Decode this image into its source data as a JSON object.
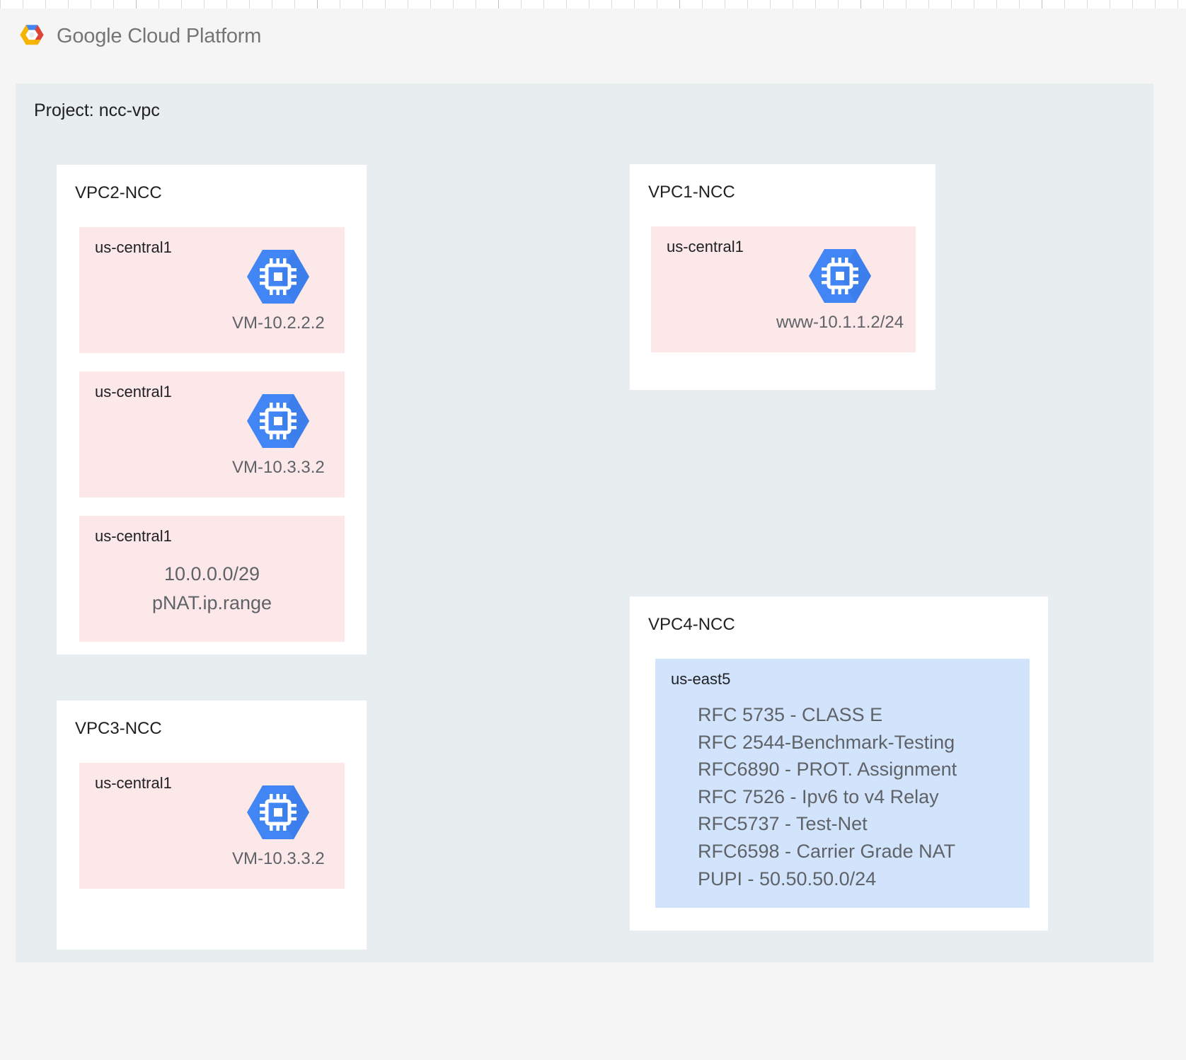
{
  "header": {
    "logo_word1": "Google",
    "logo_word2": "Cloud Platform",
    "logo_icon": "google-cloud-logo"
  },
  "project": {
    "label": "Project: ncc-vpc"
  },
  "vpcs": [
    {
      "id": "vpc2",
      "title": "VPC2-NCC",
      "cards": [
        {
          "zone": "us-central1",
          "kind": "vm",
          "vm_label": "VM-10.2.2.2",
          "icon": "compute-engine-icon",
          "color": "#fce8e9"
        },
        {
          "zone": "us-central1",
          "kind": "vm",
          "vm_label": "VM-10.3.3.2",
          "icon": "compute-engine-icon",
          "color": "#fce8e9"
        },
        {
          "zone": "us-central1",
          "kind": "range",
          "lines": [
            "10.0.0.0/29",
            "pNAT.ip.range"
          ],
          "color": "#fce8e9"
        }
      ]
    },
    {
      "id": "vpc1",
      "title": "VPC1-NCC",
      "cards": [
        {
          "zone": "us-central1",
          "kind": "vm",
          "vm_label": "www-10.1.1.2/24",
          "icon": "compute-engine-icon",
          "color": "#fce8e9"
        }
      ]
    },
    {
      "id": "vpc3",
      "title": "VPC3-NCC",
      "cards": [
        {
          "zone": "us-central1",
          "kind": "vm",
          "vm_label": "VM-10.3.3.2",
          "icon": "compute-engine-icon",
          "color": "#fce8e9"
        }
      ]
    },
    {
      "id": "vpc4",
      "title": "VPC4-NCC",
      "cards": [
        {
          "zone": "us-east5",
          "kind": "rfc",
          "color": "#d2e3fc",
          "lines": [
            "RFC 5735 - CLASS E",
            "RFC 2544-Benchmark-Testing",
            "RFC6890 - PROT. Assignment",
            "RFC 7526 - Ipv6 to v4 Relay",
            "RFC5737 - Test-Net",
            "RFC6598 - Carrier Grade NAT",
            "PUPI - 50.50.50.0/24"
          ]
        }
      ]
    }
  ],
  "colors": {
    "canvas_background": "#f5f5f5",
    "project_background": "#e8edf0",
    "vpc_background": "#ffffff",
    "zone_pink": "#fce8e9",
    "zone_blue": "#d2e3fc",
    "icon_blue": "#4285f4",
    "text_primary": "#202124",
    "text_secondary": "#5f6368"
  }
}
